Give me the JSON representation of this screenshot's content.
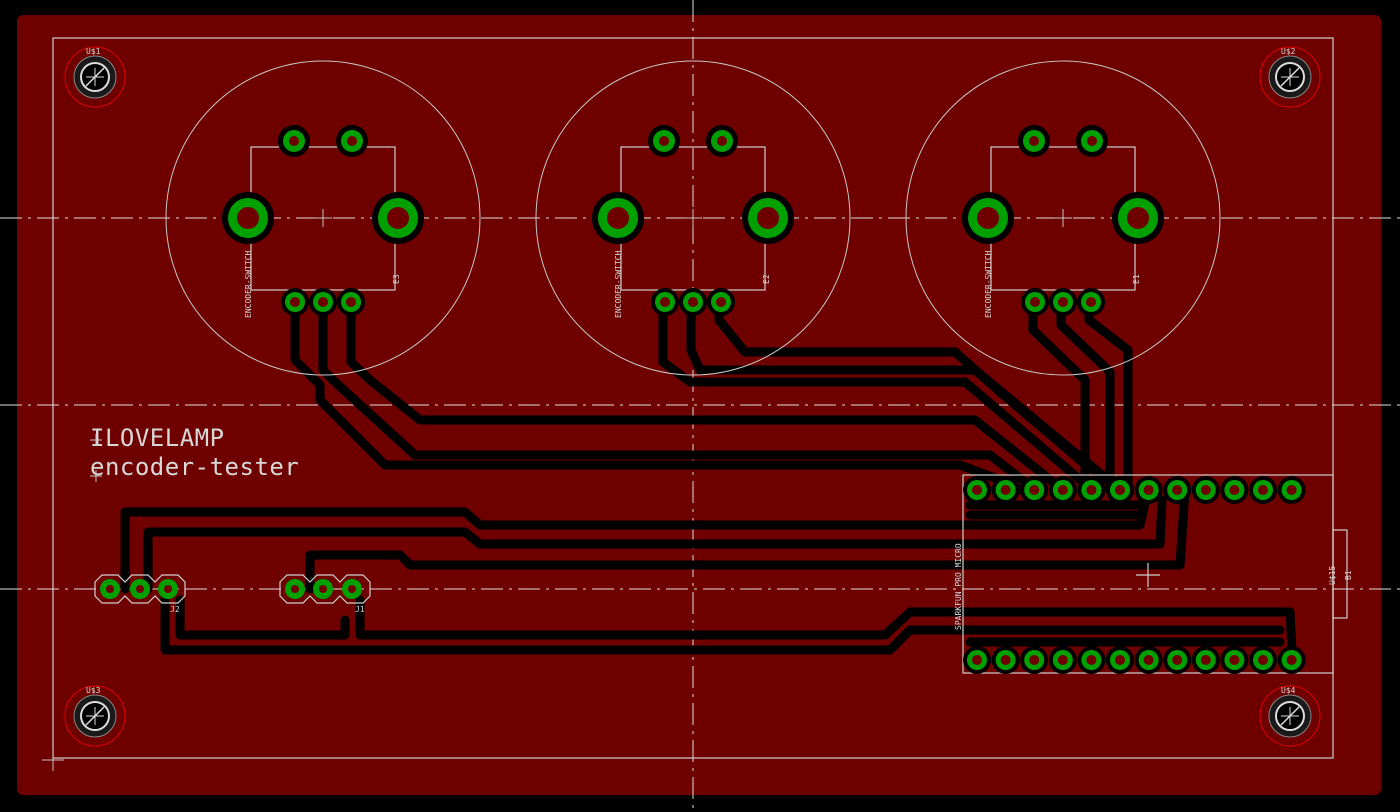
{
  "board": {
    "text_line1": "ILOVELAMP",
    "text_line2": "encoder-tester",
    "colors": {
      "background": "#000000",
      "copper": "#6e0000",
      "trace": "#000000",
      "pad": "#00a000",
      "silkscreen": "#d0d0d0"
    }
  },
  "parts": {
    "mounting_holes": [
      "U$1",
      "U$2",
      "U$3",
      "U$4"
    ],
    "encoders": [
      {
        "label": "ENCODER-SWITCH",
        "ref": "E3"
      },
      {
        "label": "ENCODER-SWITCH",
        "ref": "E2"
      },
      {
        "label": "ENCODER-SWITCH",
        "ref": "E1"
      }
    ],
    "headers": [
      {
        "ref": "J2"
      },
      {
        "ref": "J1"
      }
    ],
    "module": {
      "label": "SPARKFUN_PRO_MICRO",
      "ref": "U$15",
      "ref2": "B1"
    }
  }
}
